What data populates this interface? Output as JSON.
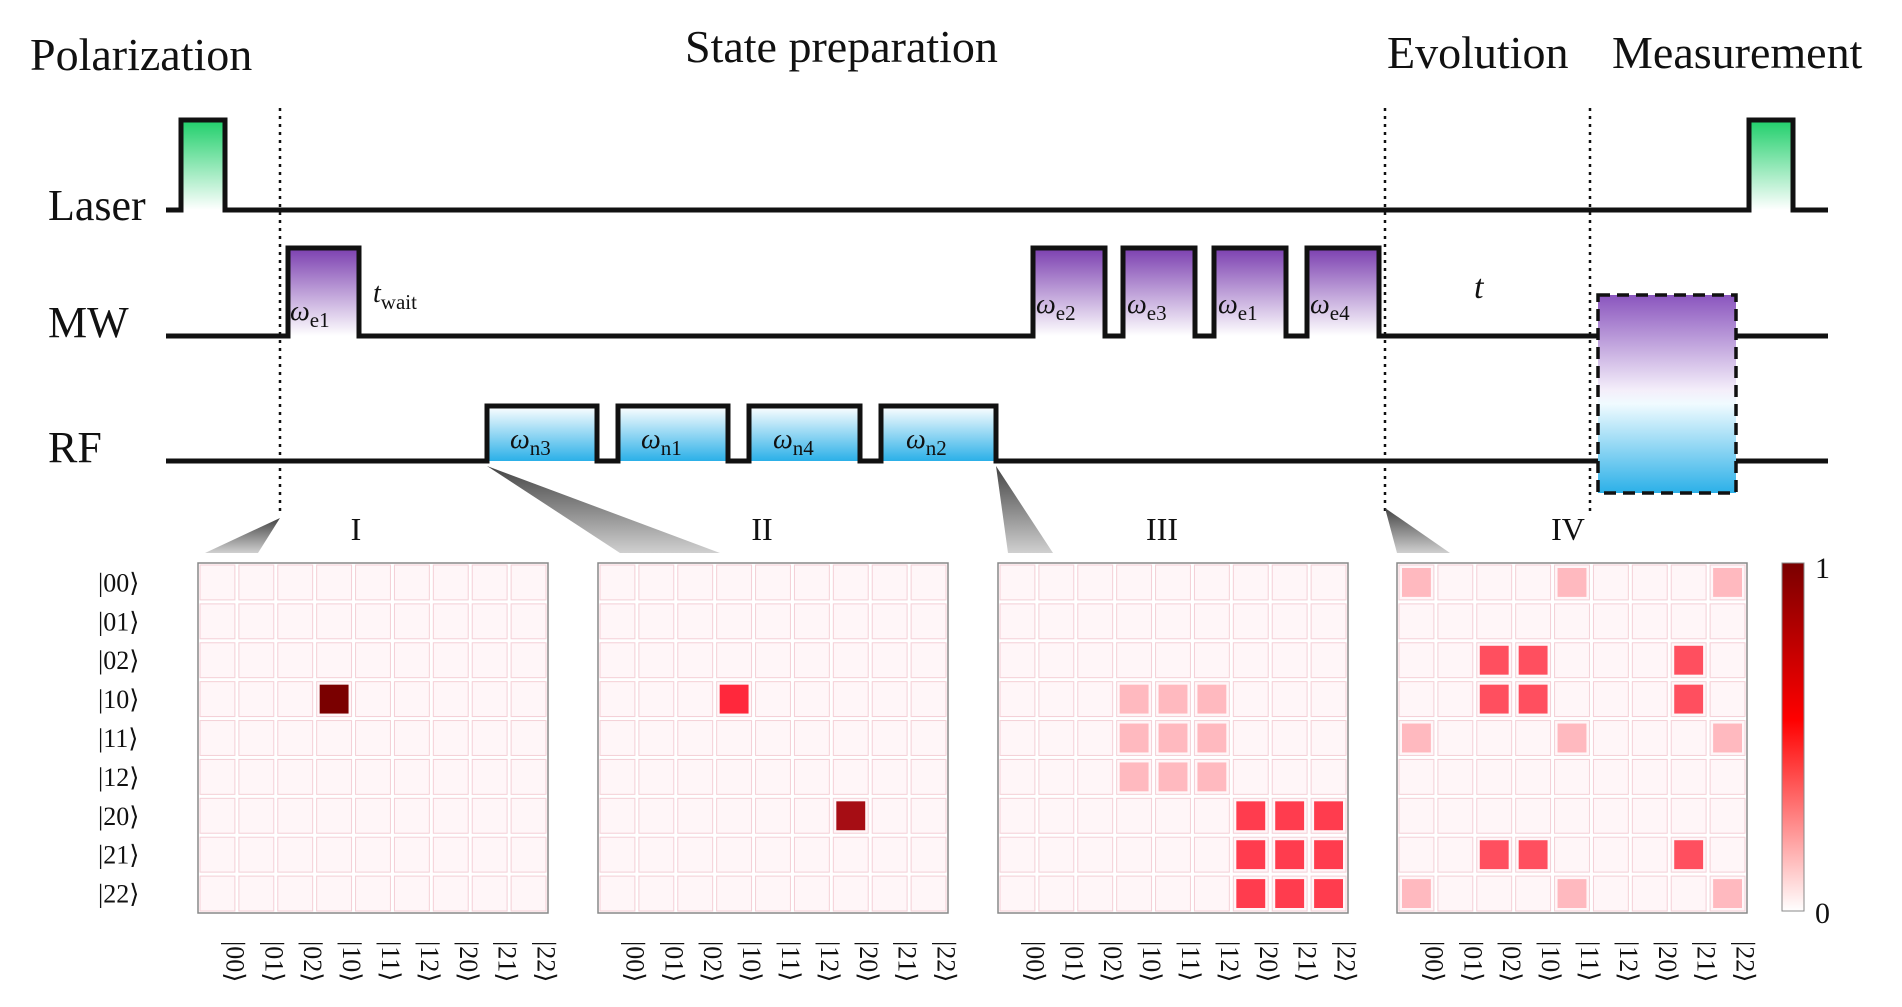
{
  "phases": {
    "polarization": "Polarization",
    "state_preparation": "State preparation",
    "evolution": "Evolution",
    "measurement": "Measurement"
  },
  "channels": {
    "laser": "Laser",
    "mw": "MW",
    "rf": "RF"
  },
  "pulses": {
    "mw_we1_first": {
      "sym": "ω",
      "sub": "e1"
    },
    "t_wait": {
      "sym": "t",
      "sub": "wait"
    },
    "rf": [
      {
        "sym": "ω",
        "sub": "n3"
      },
      {
        "sym": "ω",
        "sub": "n1"
      },
      {
        "sym": "ω",
        "sub": "n4"
      },
      {
        "sym": "ω",
        "sub": "n2"
      }
    ],
    "mw_seq": [
      {
        "sym": "ω",
        "sub": "e2"
      },
      {
        "sym": "ω",
        "sub": "e3"
      },
      {
        "sym": "ω",
        "sub": "e1"
      },
      {
        "sym": "ω",
        "sub": "e4"
      }
    ],
    "evolution_time": "t"
  },
  "panels": [
    "I",
    "II",
    "III",
    "IV"
  ],
  "basis_states": [
    "|00⟩",
    "|01⟩",
    "|02⟩",
    "|10⟩",
    "|11⟩",
    "|12⟩",
    "|20⟩",
    "|21⟩",
    "|22⟩"
  ],
  "density_matrices": {
    "I": [
      [
        3,
        3,
        1.0
      ]
    ],
    "II": [
      [
        3,
        3,
        0.55
      ],
      [
        6,
        6,
        0.85
      ]
    ],
    "III": [
      [
        3,
        3,
        0.18
      ],
      [
        3,
        4,
        0.18
      ],
      [
        3,
        5,
        0.18
      ],
      [
        4,
        3,
        0.18
      ],
      [
        4,
        4,
        0.18
      ],
      [
        4,
        5,
        0.18
      ],
      [
        5,
        3,
        0.18
      ],
      [
        5,
        4,
        0.18
      ],
      [
        5,
        5,
        0.18
      ],
      [
        6,
        6,
        0.5
      ],
      [
        6,
        7,
        0.5
      ],
      [
        6,
        8,
        0.5
      ],
      [
        7,
        6,
        0.5
      ],
      [
        7,
        7,
        0.5
      ],
      [
        7,
        8,
        0.5
      ],
      [
        8,
        6,
        0.5
      ],
      [
        8,
        7,
        0.5
      ],
      [
        8,
        8,
        0.5
      ]
    ],
    "IV": [
      [
        0,
        0,
        0.18
      ],
      [
        0,
        4,
        0.18
      ],
      [
        0,
        8,
        0.18
      ],
      [
        2,
        2,
        0.45
      ],
      [
        2,
        3,
        0.45
      ],
      [
        2,
        7,
        0.45
      ],
      [
        3,
        2,
        0.45
      ],
      [
        3,
        3,
        0.45
      ],
      [
        3,
        7,
        0.45
      ],
      [
        4,
        0,
        0.18
      ],
      [
        4,
        4,
        0.18
      ],
      [
        4,
        8,
        0.18
      ],
      [
        7,
        2,
        0.45
      ],
      [
        7,
        3,
        0.45
      ],
      [
        7,
        7,
        0.45
      ],
      [
        8,
        0,
        0.18
      ],
      [
        8,
        4,
        0.18
      ],
      [
        8,
        8,
        0.18
      ]
    ]
  },
  "colorbar": {
    "max_label": "1",
    "min_label": "0",
    "colors": [
      "#ffffff",
      "#ff0000",
      "#7a0000"
    ]
  },
  "colors": {
    "laser_top": "#1fcf6a",
    "mw_top": "#7b3fb0",
    "rf_bottom": "#2bb0e8",
    "cell_grid": "#f2c9cf",
    "cell_low": "#fde8ec"
  }
}
